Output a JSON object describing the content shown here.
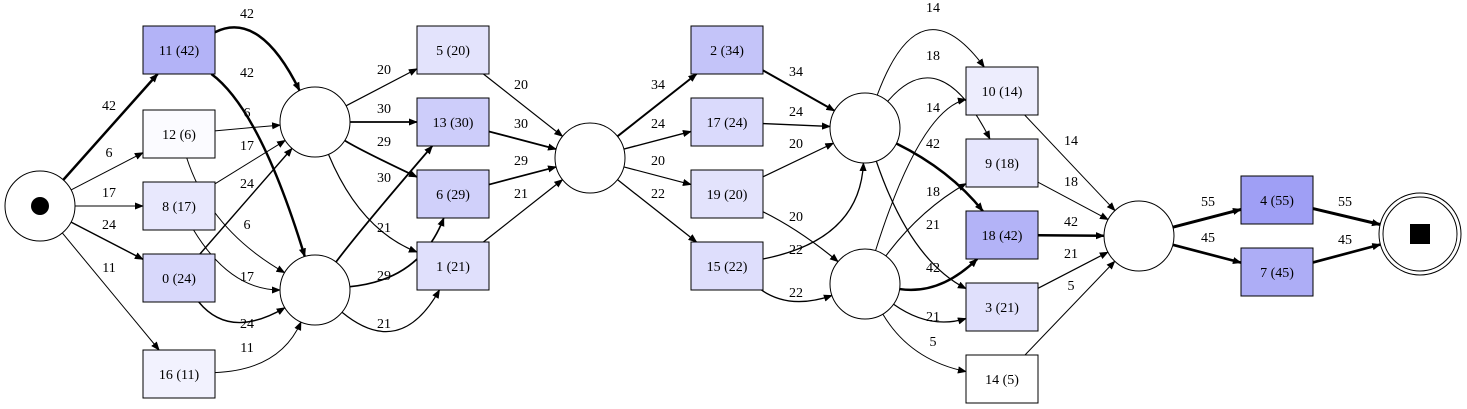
{
  "diagram": {
    "places": [
      {
        "id": "start",
        "kind": "start"
      },
      {
        "id": "p1",
        "kind": "plain"
      },
      {
        "id": "p2",
        "kind": "plain"
      },
      {
        "id": "p3",
        "kind": "plain"
      },
      {
        "id": "p4",
        "kind": "plain"
      },
      {
        "id": "p5",
        "kind": "plain"
      },
      {
        "id": "p6",
        "kind": "plain"
      },
      {
        "id": "end",
        "kind": "end"
      }
    ],
    "transitions": [
      {
        "id": "t11",
        "label": "11 (42)",
        "fill": "#b3b3f7"
      },
      {
        "id": "t12",
        "label": "12 (6)",
        "fill": "#fbfbff"
      },
      {
        "id": "t8",
        "label": "8 (17)",
        "fill": "#e8e8fd"
      },
      {
        "id": "t0",
        "label": "0 (24)",
        "fill": "#d8d8fb"
      },
      {
        "id": "t16",
        "label": "16 (11)",
        "fill": "#f2f2fe"
      },
      {
        "id": "t5",
        "label": "5 (20)",
        "fill": "#e3e3fc"
      },
      {
        "id": "t13",
        "label": "13 (30)",
        "fill": "#cdcdfa"
      },
      {
        "id": "t6",
        "label": "6 (29)",
        "fill": "#d0d0fa"
      },
      {
        "id": "t1",
        "label": "1 (21)",
        "fill": "#e0e0fc"
      },
      {
        "id": "t2",
        "label": "2 (34)",
        "fill": "#c4c4f9"
      },
      {
        "id": "t17",
        "label": "17 (24)",
        "fill": "#dadafc"
      },
      {
        "id": "t19",
        "label": "19 (20)",
        "fill": "#e3e3fc"
      },
      {
        "id": "t15",
        "label": "15 (22)",
        "fill": "#dedefc"
      },
      {
        "id": "t10",
        "label": "10 (14)",
        "fill": "#ededfd"
      },
      {
        "id": "t9",
        "label": "9 (18)",
        "fill": "#e6e6fd"
      },
      {
        "id": "t18",
        "label": "18 (42)",
        "fill": "#b3b3f7"
      },
      {
        "id": "t3",
        "label": "3 (21)",
        "fill": "#e0e0fc"
      },
      {
        "id": "t14",
        "label": "14 (5)",
        "fill": "#ffffff"
      },
      {
        "id": "t4",
        "label": "4 (55)",
        "fill": "#9f9ff5"
      },
      {
        "id": "t7",
        "label": "7 (45)",
        "fill": "#adadf6"
      }
    ],
    "edges": [
      {
        "from": "start",
        "to": "t11",
        "label": "42"
      },
      {
        "from": "start",
        "to": "t12",
        "label": "6"
      },
      {
        "from": "start",
        "to": "t8",
        "label": "17"
      },
      {
        "from": "start",
        "to": "t0",
        "label": "24"
      },
      {
        "from": "start",
        "to": "t16",
        "label": "11"
      },
      {
        "from": "t11",
        "to": "p1",
        "label": "42"
      },
      {
        "from": "t11",
        "to": "p2",
        "label": "42"
      },
      {
        "from": "t12",
        "to": "p1",
        "label": "6"
      },
      {
        "from": "t12",
        "to": "p2",
        "label": "6"
      },
      {
        "from": "t8",
        "to": "p1",
        "label": "17"
      },
      {
        "from": "t8",
        "to": "p2",
        "label": "17"
      },
      {
        "from": "t0",
        "to": "p1",
        "label": "24"
      },
      {
        "from": "t0",
        "to": "p2",
        "label": "24"
      },
      {
        "from": "t16",
        "to": "p2",
        "label": "11"
      },
      {
        "from": "p1",
        "to": "t5",
        "label": "20"
      },
      {
        "from": "p1",
        "to": "t13",
        "label": "30"
      },
      {
        "from": "p1",
        "to": "t6",
        "label": "29"
      },
      {
        "from": "p1",
        "to": "t1",
        "label": "21"
      },
      {
        "from": "p2",
        "to": "t13",
        "label": "30"
      },
      {
        "from": "p2",
        "to": "t6",
        "label": "29"
      },
      {
        "from": "p2",
        "to": "t1",
        "label": "21"
      },
      {
        "from": "t5",
        "to": "p3",
        "label": "20"
      },
      {
        "from": "t13",
        "to": "p3",
        "label": "30"
      },
      {
        "from": "t6",
        "to": "p3",
        "label": "29"
      },
      {
        "from": "t1",
        "to": "p3",
        "label": "21"
      },
      {
        "from": "p3",
        "to": "t2",
        "label": "34"
      },
      {
        "from": "p3",
        "to": "t17",
        "label": "24"
      },
      {
        "from": "p3",
        "to": "t19",
        "label": "20"
      },
      {
        "from": "p3",
        "to": "t15",
        "label": "22"
      },
      {
        "from": "t2",
        "to": "p4",
        "label": "34"
      },
      {
        "from": "t17",
        "to": "p4",
        "label": "24"
      },
      {
        "from": "t19",
        "to": "p4",
        "label": "20"
      },
      {
        "from": "t19",
        "to": "p5",
        "label": "20"
      },
      {
        "from": "t15",
        "to": "p4",
        "label": "22"
      },
      {
        "from": "t15",
        "to": "p5",
        "label": "22"
      },
      {
        "from": "p4",
        "to": "t10",
        "label": "14"
      },
      {
        "from": "p4",
        "to": "t9",
        "label": "18"
      },
      {
        "from": "p4",
        "to": "t18",
        "label": "42"
      },
      {
        "from": "p4",
        "to": "t3",
        "label": "21"
      },
      {
        "from": "p5",
        "to": "t10",
        "label": "14"
      },
      {
        "from": "p5",
        "to": "t9",
        "label": "18"
      },
      {
        "from": "p5",
        "to": "t18",
        "label": "42"
      },
      {
        "from": "p5",
        "to": "t3",
        "label": "21"
      },
      {
        "from": "p5",
        "to": "t14",
        "label": "5"
      },
      {
        "from": "t10",
        "to": "p6",
        "label": "14"
      },
      {
        "from": "t9",
        "to": "p6",
        "label": "18"
      },
      {
        "from": "t18",
        "to": "p6",
        "label": "42"
      },
      {
        "from": "t3",
        "to": "p6",
        "label": "21"
      },
      {
        "from": "t14",
        "to": "p6",
        "label": "5"
      },
      {
        "from": "p6",
        "to": "t4",
        "label": "55"
      },
      {
        "from": "p6",
        "to": "t7",
        "label": "45"
      },
      {
        "from": "t4",
        "to": "end",
        "label": "55"
      },
      {
        "from": "t7",
        "to": "end",
        "label": "45"
      }
    ]
  }
}
